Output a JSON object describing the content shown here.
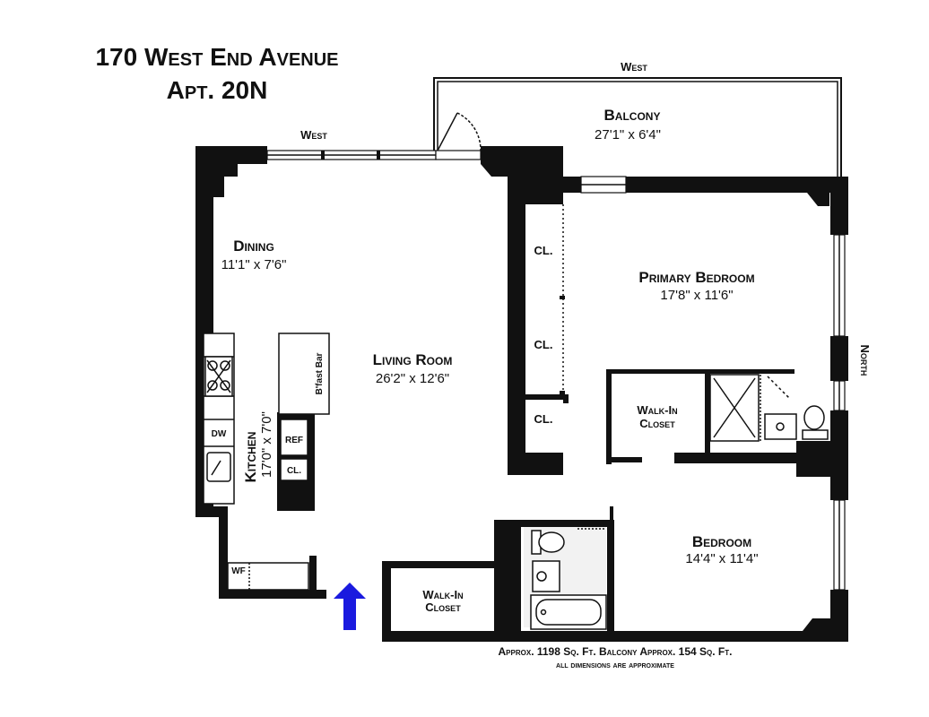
{
  "title": {
    "line1": "170 West End Avenue",
    "line2": "Apt. 20N"
  },
  "labels": {
    "west_top": "West",
    "west_window": "West",
    "north": "North",
    "balcony": {
      "name": "Balcony",
      "dim": "27'1\"  x  6'4\""
    },
    "dining": {
      "name": "Dining",
      "dim": "11'1\"  x  7'6\""
    },
    "living": {
      "name": "Living Room",
      "dim": "26'2\"  x  12'6\""
    },
    "kitchen": {
      "name": "Kitchen",
      "dim": "17'0\" x 7'0\""
    },
    "bfast_bar": "B'fast Bar",
    "ref": "REF",
    "kitchen_closet": "CL.",
    "dw": "DW",
    "wf": "WF",
    "primary_bedroom": {
      "name": "Primary Bedroom",
      "dim": "17'8\"  x  11'6\""
    },
    "closets": [
      "CL.",
      "CL.",
      "CL."
    ],
    "walkin_closet_1": {
      "line1": "Walk-In",
      "line2": "Closet"
    },
    "walkin_closet_2": {
      "line1": "Walk-In",
      "line2": "Closet"
    },
    "bedroom": {
      "name": "Bedroom",
      "dim": "14'4\"  x  11'4\""
    }
  },
  "footer": {
    "line1": "Approx. 1198 Sq. Ft.  Balcony Approx. 154 Sq. Ft.",
    "line2": "all dimensions are approximate"
  },
  "colors": {
    "wall": "#111111",
    "entry_arrow": "#1a1adf",
    "background": "#ffffff"
  },
  "icons": [
    "entry-arrow-icon",
    "range-burner-icon",
    "sink-icon",
    "toilet-icon",
    "bathtub-icon",
    "door-swing-icon"
  ]
}
